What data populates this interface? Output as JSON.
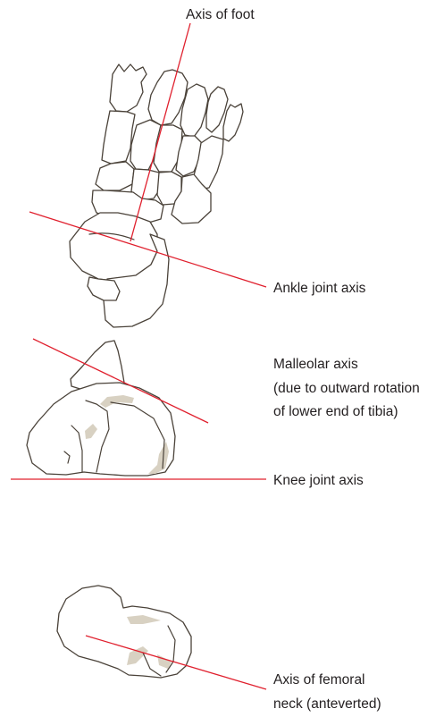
{
  "labels": {
    "axis_of_foot": "Axis of foot",
    "ankle_joint_axis": "Ankle joint axis",
    "malleolar_axis_line1": "Malleolar axis",
    "malleolar_axis_line2": "(due to outward rotation",
    "malleolar_axis_line3": "of lower end of tibia)",
    "knee_joint_axis": "Knee joint axis",
    "femoral_neck_line1": "Axis of femoral",
    "femoral_neck_line2": "neck (anteverted)"
  },
  "colors": {
    "axis_line": "#e0202e",
    "bone_outline": "#4a4239",
    "cartilage_shading": "#d8d1c2",
    "text": "#231f20"
  }
}
